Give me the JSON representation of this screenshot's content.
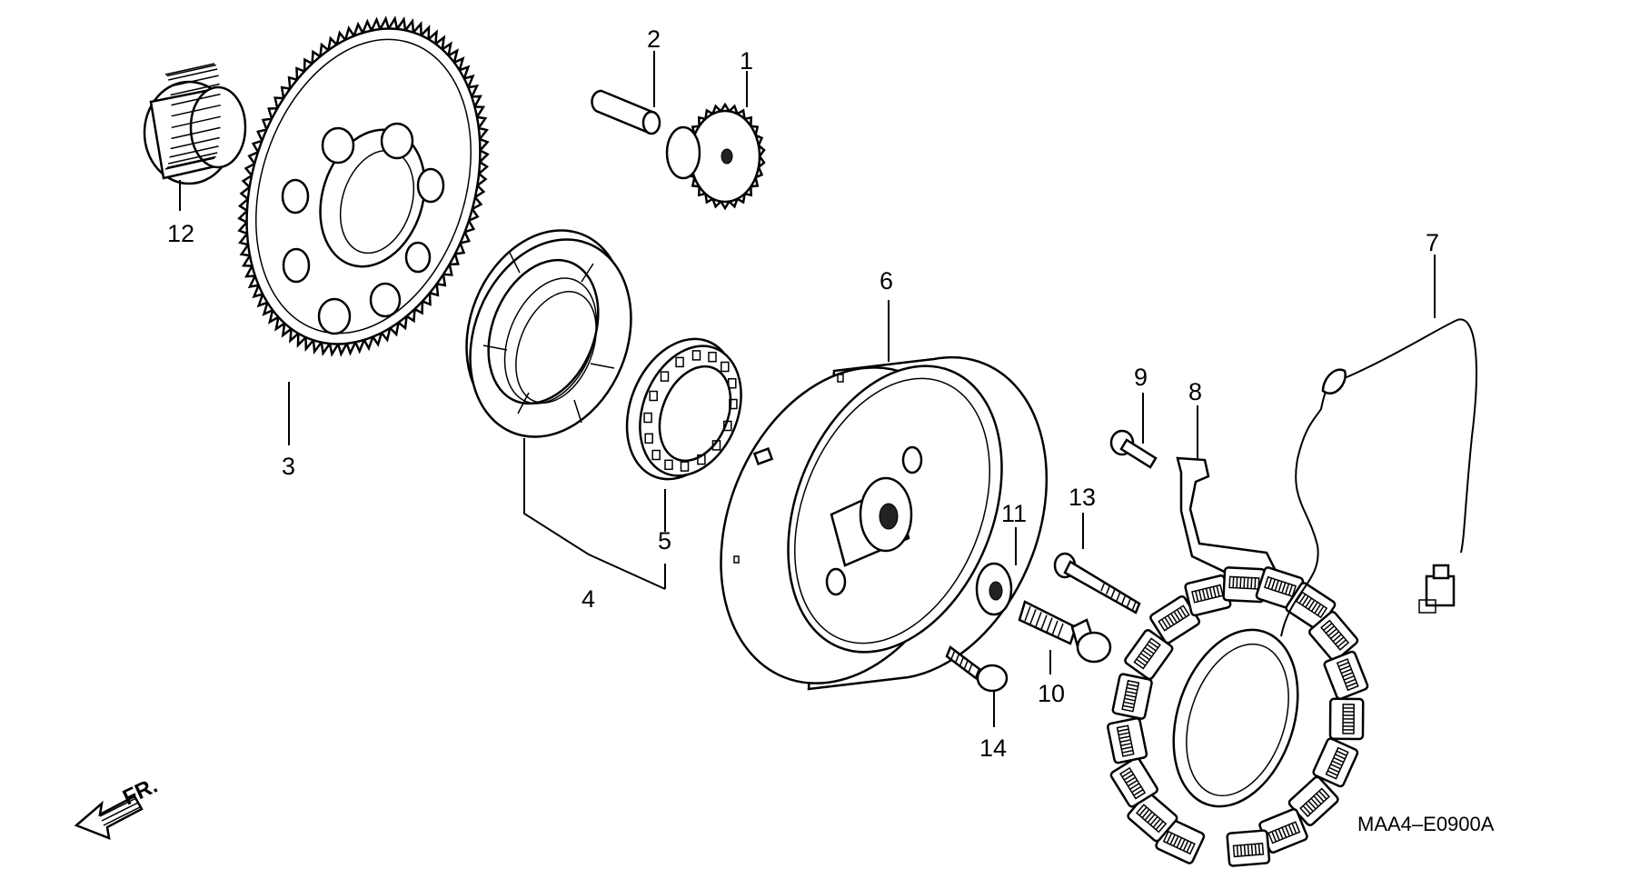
{
  "callouts": {
    "n1": "1",
    "n2": "2",
    "n3": "3",
    "n4": "4",
    "n5": "5",
    "n6": "6",
    "n7": "7",
    "n8": "8",
    "n9": "9",
    "n10": "10",
    "n11": "11",
    "n12": "12",
    "n13": "13",
    "n14": "14"
  },
  "direction_label": "FR.",
  "drawing_code": "MAA4–E0900A"
}
